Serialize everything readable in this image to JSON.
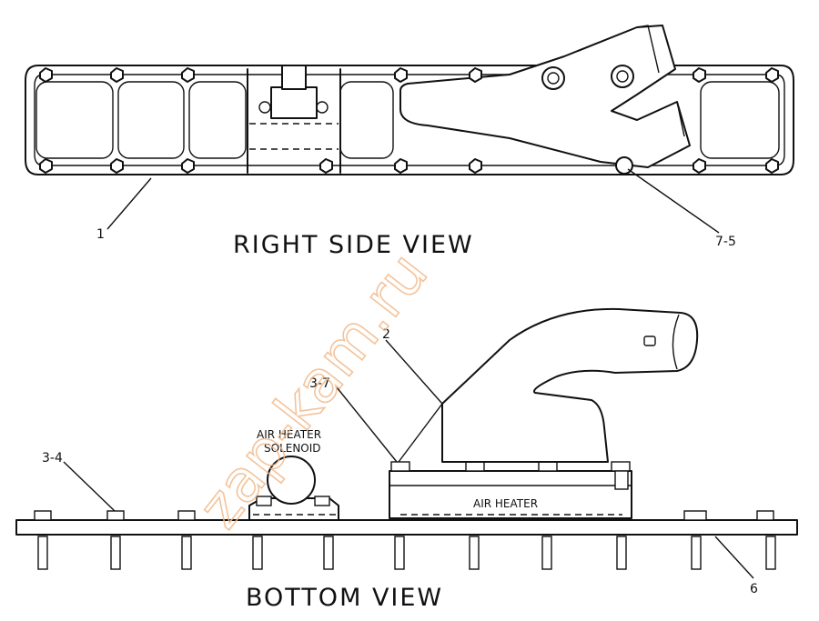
{
  "views": {
    "right_side": {
      "title": "RIGHT SIDE VIEW"
    },
    "bottom": {
      "title": "BOTTOM VIEW"
    }
  },
  "callouts": {
    "c1": "1",
    "c7_5": "7-5",
    "c2": "2",
    "c3_7": "3-7",
    "c3_4": "3-4",
    "c6": "6"
  },
  "components": {
    "air_heater_solenoid_line1": "AIR HEATER",
    "air_heater_solenoid_line2": "SOLENOID",
    "air_heater": "AIR HEATER"
  },
  "watermark": "zap-kam.ru"
}
